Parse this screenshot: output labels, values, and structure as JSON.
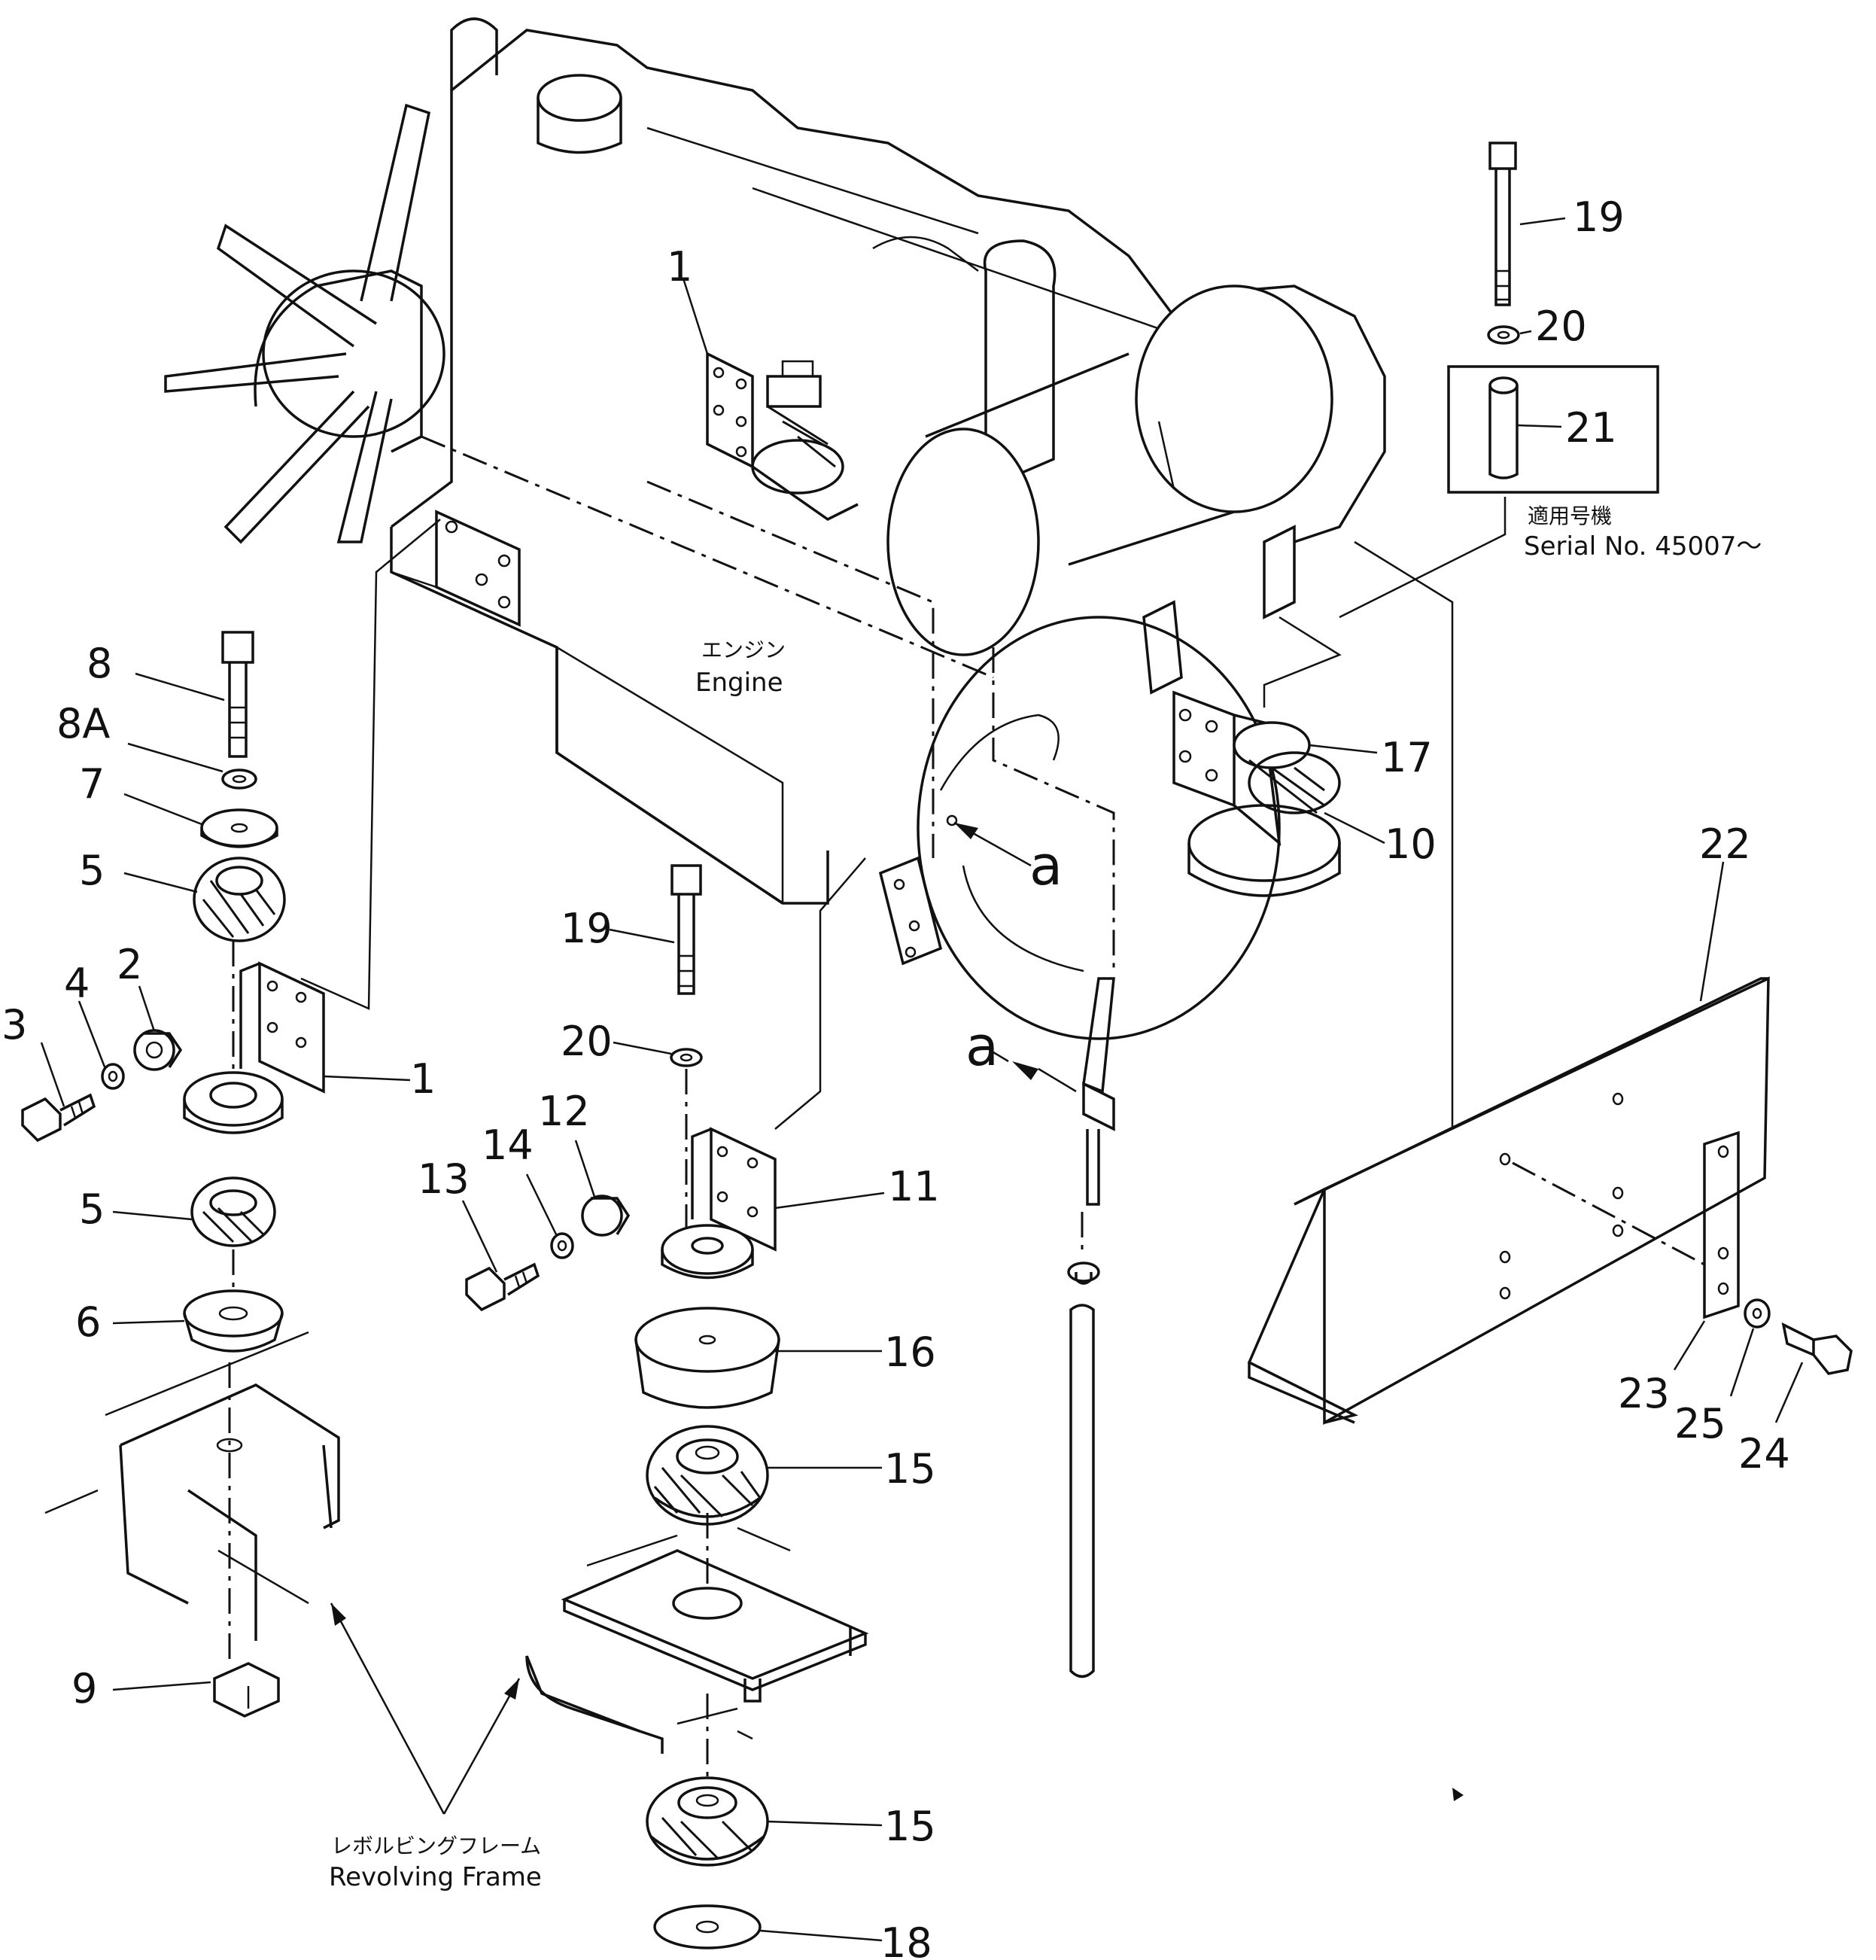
{
  "captions": {
    "engine_jp": "エンジン",
    "engine_en": "Engine",
    "frame_jp": "レボルビングフレーム",
    "frame_en": "Revolving Frame",
    "serial_jp": "適用号機",
    "serial_en": "Serial No. 45007～"
  },
  "view_markers": {
    "upper": "a",
    "lower": "a"
  },
  "callouts": {
    "c1_engine": "1",
    "c1_bracket": "1",
    "c2": "2",
    "c3": "3",
    "c4": "4",
    "c5_upper": "5",
    "c5_lower": "5",
    "c6": "6",
    "c7": "7",
    "c8": "8",
    "c8a": "8A",
    "c9": "9",
    "c10": "10",
    "c11": "11",
    "c12": "12",
    "c13": "13",
    "c14": "14",
    "c15_upper": "15",
    "c15_lower": "15",
    "c16": "16",
    "c17": "17",
    "c18": "18",
    "c19_left": "19",
    "c19_right": "19",
    "c20_left": "20",
    "c20_right": "20",
    "c21": "21",
    "c22": "22",
    "c23": "23",
    "c24": "24",
    "c25": "25"
  }
}
